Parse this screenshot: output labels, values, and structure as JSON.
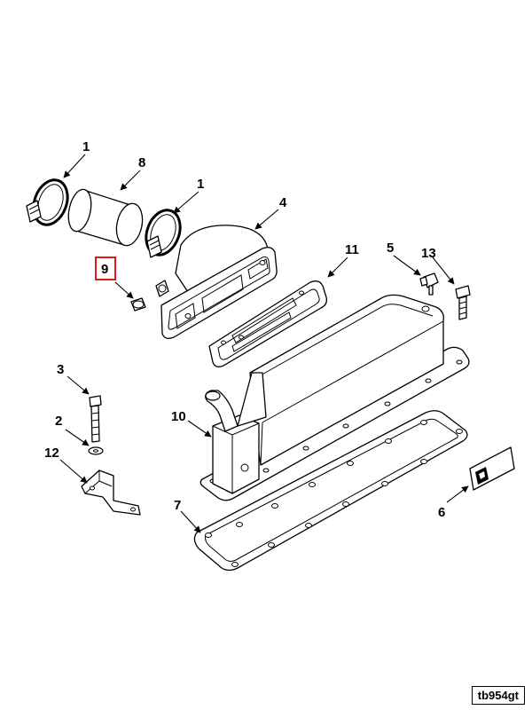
{
  "callouts": {
    "c1a": "1",
    "c8": "8",
    "c1b": "1",
    "c4": "4",
    "c9": "9",
    "c11": "11",
    "c5": "5",
    "c13": "13",
    "c3": "3",
    "c2": "2",
    "c12": "12",
    "c10": "10",
    "c7": "7",
    "c6": "6"
  },
  "highlighted_callout": "9",
  "highlight_color": "#e01818",
  "reference_id": "tb954gt"
}
